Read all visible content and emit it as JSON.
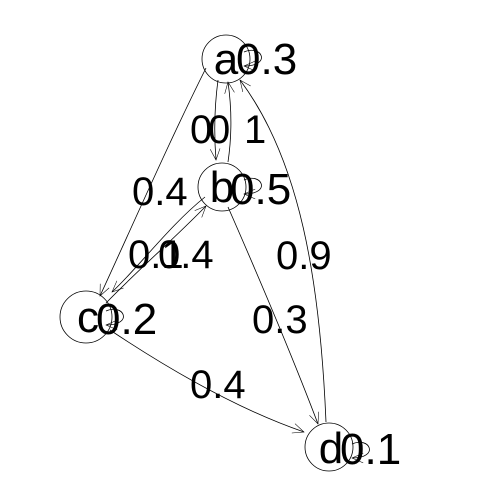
{
  "nodes": [
    {
      "id": "a",
      "label": "a",
      "loop_label": "0.3"
    },
    {
      "id": "b",
      "label": "b",
      "loop_label": "0.5"
    },
    {
      "id": "c",
      "label": "c",
      "loop_label": "0.2"
    },
    {
      "id": "d",
      "label": "d",
      "loop_label": "0.1"
    }
  ],
  "edges": [
    {
      "from": "a",
      "to": "b",
      "label": "0"
    },
    {
      "from": "b",
      "to": "a",
      "label": "1"
    },
    {
      "from": "a",
      "to": "c",
      "label": "0.4"
    },
    {
      "from": "b",
      "to": "c",
      "label": "0.1"
    },
    {
      "from": "c",
      "to": "b",
      "label": "0.4"
    },
    {
      "from": "b",
      "to": "d",
      "label": "0.3"
    },
    {
      "from": "d",
      "to": "a",
      "label": "0.9"
    },
    {
      "from": "c",
      "to": "d",
      "label": "0.4"
    }
  ]
}
